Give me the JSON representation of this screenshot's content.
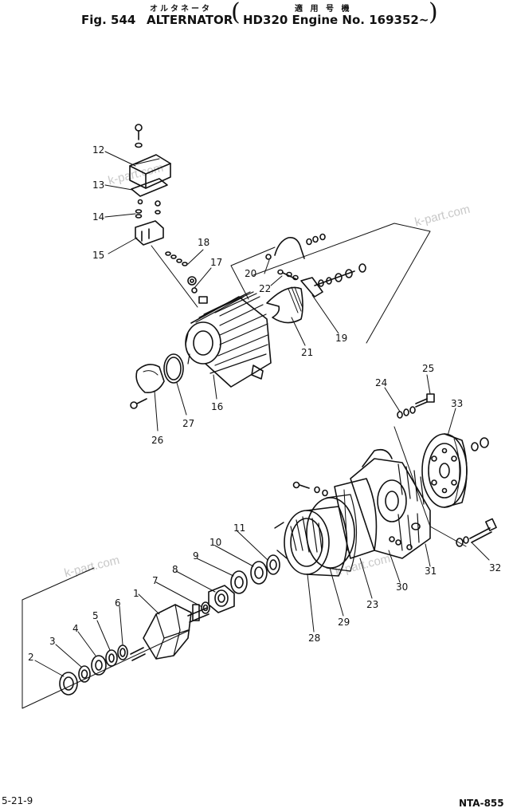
{
  "header": {
    "fig_label": "Fig. 544",
    "title_kana": "オルタネータ",
    "title": "ALTERNATOR",
    "applicable_kana": "適 用 号 機",
    "applicable": "HD320 Engine No. 169352~"
  },
  "footer": {
    "page_ref": "5-21-9",
    "drawing_code": "NTA-855"
  },
  "watermark": "k-part.com",
  "callouts": [
    "1",
    "2",
    "3",
    "4",
    "5",
    "6",
    "7",
    "8",
    "9",
    "10",
    "11",
    "12",
    "13",
    "14",
    "15",
    "16",
    "17",
    "18",
    "19",
    "20",
    "21",
    "22",
    "23",
    "24",
    "25",
    "26",
    "27",
    "28",
    "29",
    "30",
    "31",
    "32",
    "33"
  ]
}
